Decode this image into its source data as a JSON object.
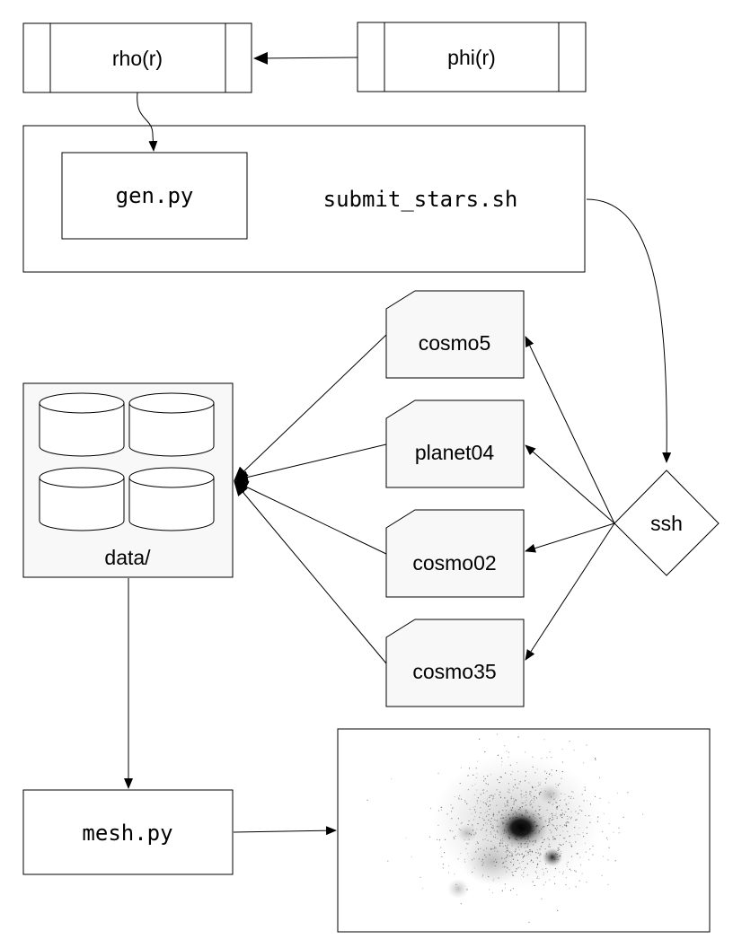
{
  "diagram": {
    "nodes": {
      "rho": "rho(r)",
      "phi": "phi(r)",
      "gen": "gen.py",
      "submit": "submit_stars.sh",
      "cosmo5": "cosmo5",
      "planet04": "planet04",
      "cosmo02": "cosmo02",
      "cosmo35": "cosmo35",
      "ssh": "ssh",
      "data": "data/",
      "mesh": "mesh.py"
    },
    "colors": {
      "stroke": "#000000",
      "box_fill": "#ffffff",
      "card_fill": "#f8f8f8",
      "image_dots": "#222222"
    }
  }
}
